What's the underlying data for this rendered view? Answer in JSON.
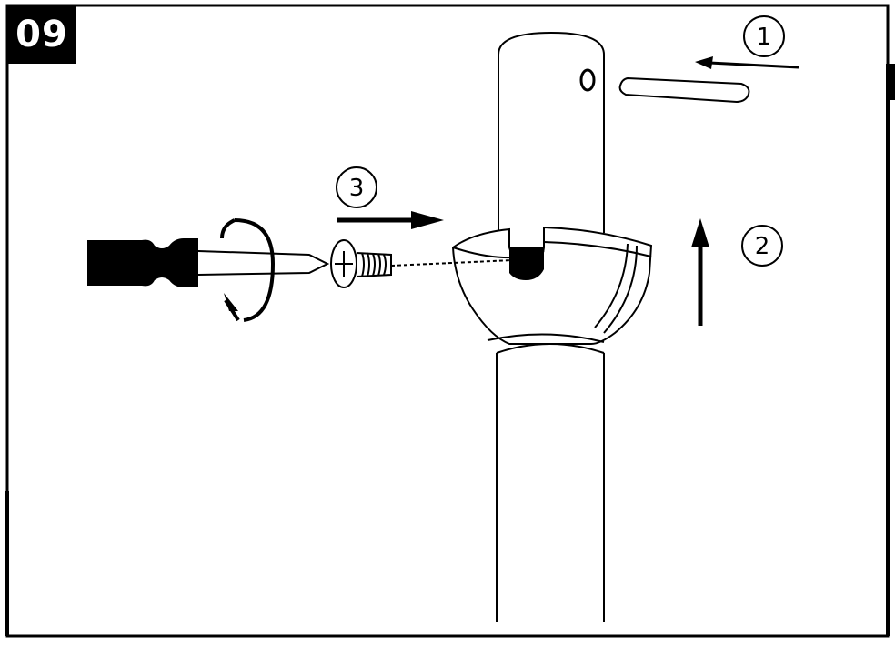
{
  "step": {
    "number": "09"
  },
  "callouts": [
    {
      "id": "1",
      "label": "1"
    },
    {
      "id": "2",
      "label": "2"
    },
    {
      "id": "3",
      "label": "3"
    }
  ],
  "colors": {
    "line": "#000000",
    "background": "#ffffff"
  },
  "icons": [
    "screwdriver-icon",
    "screw-icon",
    "rotate-arrow-icon",
    "pin-icon",
    "pole-icon",
    "collar-icon"
  ]
}
